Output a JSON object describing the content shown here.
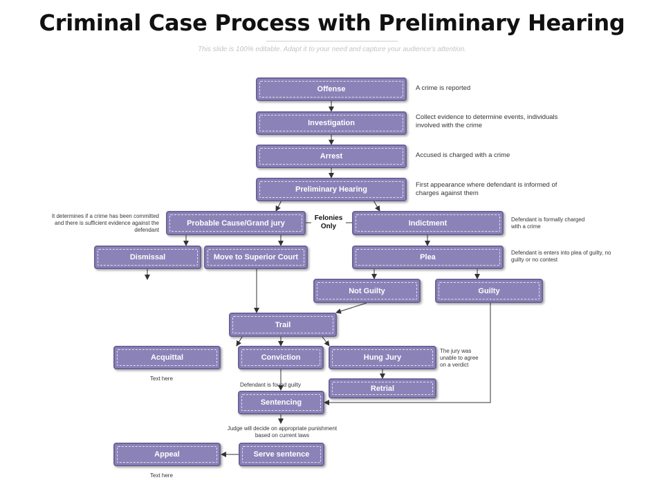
{
  "title": "Criminal Case Process with Preliminary Hearing",
  "subtitle": "This slide is 100% editable. Adapt it to your need and capture your audience's attention.",
  "nodes": {
    "offense": "Offense",
    "investigation": "Investigation",
    "arrest": "Arrest",
    "preliminary_hearing": "Preliminary Hearing",
    "probable_cause": "Probable Cause/Grand jury",
    "indictment": "Indictment",
    "dismissal": "Dismissal",
    "move_superior": "Move to Superior Court",
    "plea": "Plea",
    "not_guilty": "Not Guilty",
    "guilty": "Guilty",
    "trail": "Trail",
    "acquittal": "Acquittal",
    "conviction": "Conviction",
    "hung_jury": "Hung Jury",
    "retrial": "Retrial",
    "sentencing": "Sentencing",
    "serve_sentence": "Serve sentence",
    "appeal": "Appeal"
  },
  "notes": {
    "offense": "A crime is reported",
    "investigation": "Collect evidence to determine events, individuals involved with the crime",
    "arrest": "Accused is charged with a crime",
    "preliminary_hearing": "First appearance where defendant is informed of charges against them",
    "probable_cause": "It determines if a crime has been committed and there is sufficient evidence against the defendant",
    "felonies_only": "Felonies Only",
    "indictment": "Defendant is formally charged with a crime",
    "plea": "Defendant is enters into plea of guilty, no guilty or no contest",
    "hung_jury": "The jury was unable to agree on a verdict",
    "acquittal": "Text here",
    "conviction": "Defendant is found guilty",
    "sentencing": "Judge will decide on appropriate punishment based on current laws",
    "appeal": "Text here"
  },
  "colors": {
    "box_fill": "#8b83b8",
    "box_border": "#6c6499",
    "connector": "#333333"
  }
}
